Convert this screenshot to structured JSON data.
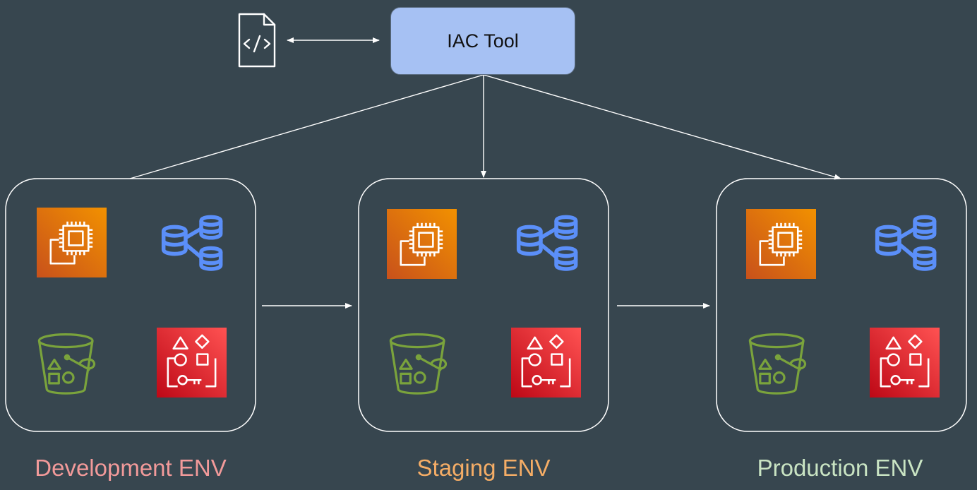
{
  "iac_tool": {
    "label": "IAC Tool"
  },
  "code_file_icon": "code-file-icon",
  "environments": [
    {
      "label": "Development ENV",
      "color": "#f29a9a",
      "icons": [
        "ec2-compute-icon",
        "database-cluster-icon",
        "s3-bucket-icon",
        "secrets-manager-icon"
      ]
    },
    {
      "label": "Staging ENV",
      "color": "#f5ad66",
      "icons": [
        "ec2-compute-icon",
        "database-cluster-icon",
        "s3-bucket-icon",
        "secrets-manager-icon"
      ]
    },
    {
      "label": "Production ENV",
      "color": "#c9e4c3",
      "icons": [
        "ec2-compute-icon",
        "database-cluster-icon",
        "s3-bucket-icon",
        "secrets-manager-icon"
      ]
    }
  ],
  "colors": {
    "background": "#37464f",
    "iac_fill": "#a6c1f3",
    "ec2_orange": "#e8770e",
    "db_blue": "#5b8ff9",
    "s3_green": "#7aa33c",
    "secrets_red": "#dd344c",
    "line": "#ffffff"
  }
}
